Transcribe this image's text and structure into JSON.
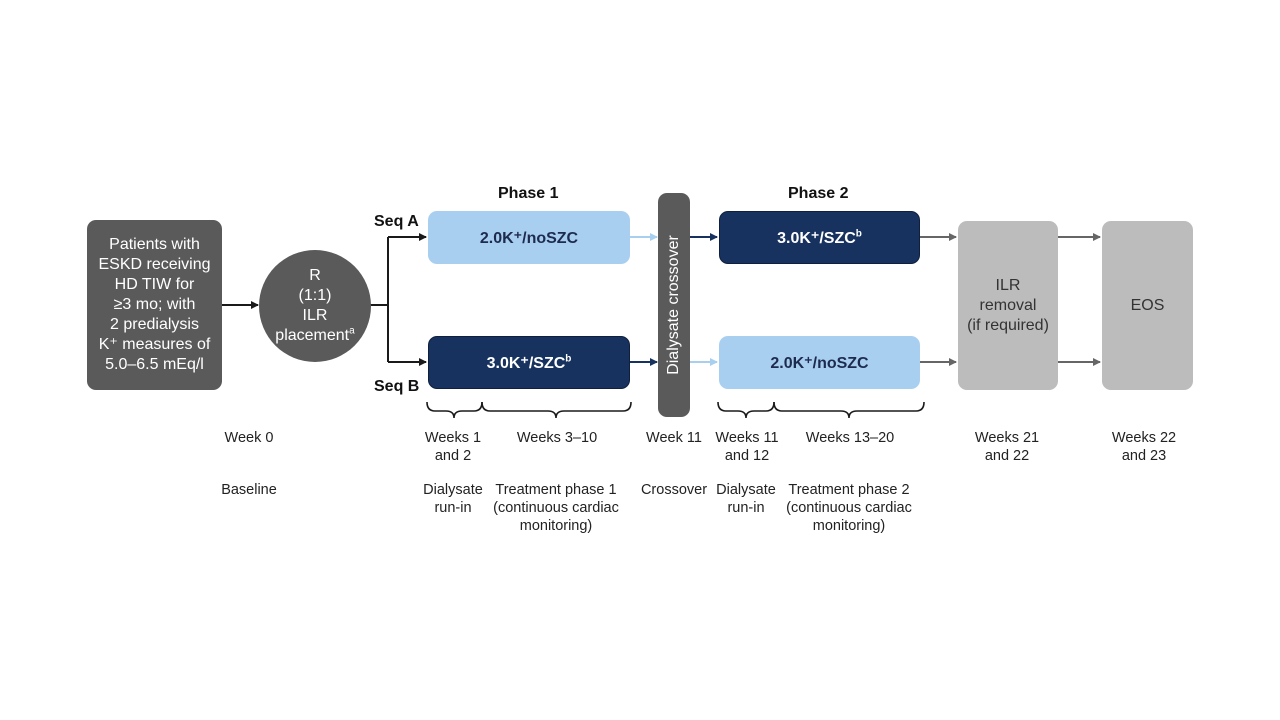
{
  "headings": {
    "phase1": "Phase 1",
    "phase2": "Phase 2"
  },
  "sequences": {
    "a": "Seq A",
    "b": "Seq B"
  },
  "patients_box": [
    "Patients with",
    "ESKD receiving",
    "HD TIW for",
    "≥3 mo; with",
    "2 predialysis",
    "K⁺ measures of",
    "5.0–6.5 mEq/l"
  ],
  "randomization": {
    "line1": "R",
    "line2": "(1:1)",
    "line3": "ILR",
    "line4": "placement",
    "line4_sup": "a"
  },
  "phase1": {
    "seq_a": "2.0K⁺/noSZC",
    "seq_b": "3.0K⁺/SZC",
    "seq_b_sup": "b"
  },
  "crossover_box": "Dialysate crossover",
  "phase2": {
    "seq_a": "3.0K⁺/SZC",
    "seq_a_sup": "b",
    "seq_b": "2.0K⁺/noSZC"
  },
  "ilr_removal": [
    "ILR",
    "removal",
    "(if required)"
  ],
  "eos": "EOS",
  "week_labels": {
    "week0": "Week 0",
    "weeks1_2": [
      "Weeks 1",
      "and 2"
    ],
    "weeks3_10": "Weeks 3–10",
    "week11": "Week 11",
    "weeks11_12": [
      "Weeks 11",
      "and 12"
    ],
    "weeks13_20": "Weeks 13–20",
    "weeks21_22": [
      "Weeks 21",
      "and 22"
    ],
    "weeks22_23": [
      "Weeks 22",
      "and 23"
    ]
  },
  "period_labels": {
    "baseline": "Baseline",
    "run_in_1": [
      "Dialysate",
      "run-in"
    ],
    "treatment_1": [
      "Treatment phase 1",
      "(continuous cardiac",
      "monitoring)"
    ],
    "crossover": "Crossover",
    "run_in_2": [
      "Dialysate",
      "run-in"
    ],
    "treatment_2": [
      "Treatment phase 2",
      "(continuous cardiac",
      "monitoring)"
    ]
  },
  "colors": {
    "dark_gray": "#5a5a5a",
    "light_gray": "#bcbcbc",
    "light_blue": "#a9cff0",
    "navy": "#17325e",
    "arrow_dark": "#1a1a1a",
    "arrow_light": "#a9cff0",
    "arrow_gray": "#666666"
  }
}
